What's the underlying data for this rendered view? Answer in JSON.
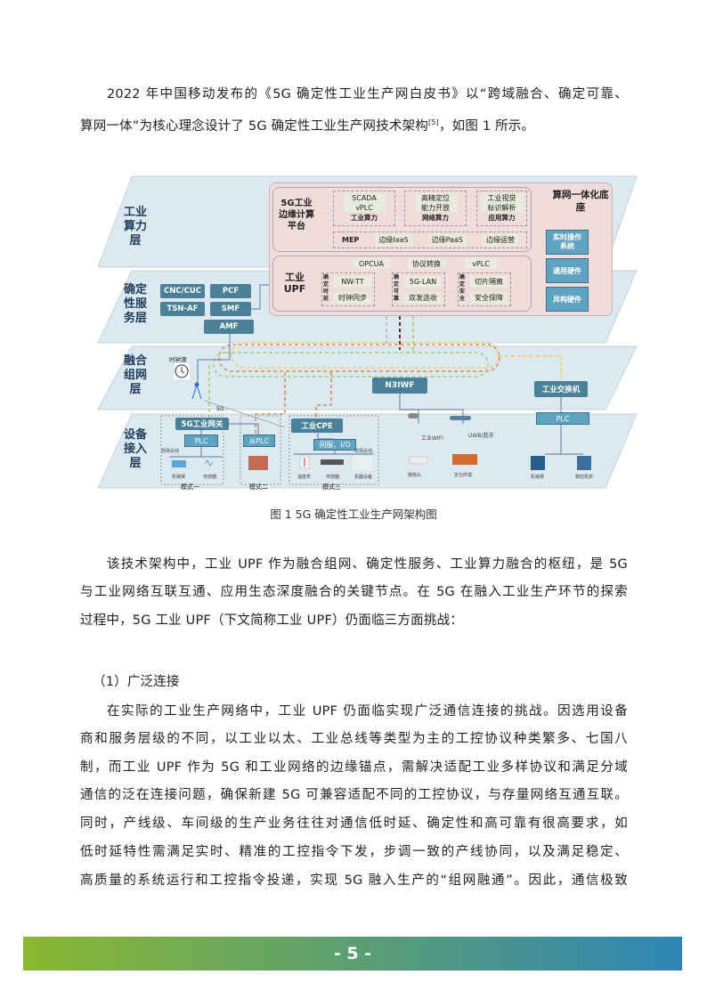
{
  "intro": [
    "2022 年中国移动发布的《5G 确定性工业生产网白皮书》以“跨域融合、确定可靠、",
    "算网一体”为核心理念设计了 5G 确定性工业生产网技术架构",
    "[5]",
    "，如图 1 所示。"
  ],
  "diagram": {
    "layers": [
      "工业算力层",
      "确定性服务层",
      "融合组网层",
      "设备接入层"
    ],
    "edge_title": "5G工业边缘计算平台",
    "groups": [
      [
        "SCADA",
        "vPLC",
        "工业算力"
      ],
      [
        "高精定位",
        "能力开放",
        "网络算力"
      ],
      [
        "工业视觉",
        "标识解析",
        "应用算力"
      ]
    ],
    "mep": [
      "MEP",
      "边缘IaaS",
      "边缘PaaS",
      "边缘运营"
    ],
    "upf_title": "工业UPF",
    "upf_top": [
      "OPCUA",
      "协议转换",
      "vPLC"
    ],
    "upf_groups": [
      {
        "label": "确定时延",
        "items": [
          "NW-TT",
          "时钟同步"
        ]
      },
      {
        "label": "确定可靠",
        "items": [
          "5G-LAN",
          "双发选收"
        ]
      },
      {
        "label": "确定安全",
        "items": [
          "切片隔离",
          "安全保障"
        ]
      }
    ],
    "base_title": "算网一体化底座",
    "base_items": [
      "实时操作系统",
      "通用硬件",
      "异构硬件"
    ],
    "core": [
      "CNC/CUC",
      "PCF",
      "TSN-AF",
      "SMF",
      "AMF"
    ],
    "clock": "时钟源",
    "fiveg": "5G",
    "n3iwf": "N3IWF",
    "switch": "工业交换机",
    "gateway": "5G工业网关",
    "plc": "PLC",
    "slave_plc": "从PLC",
    "cpe": "工业CPE",
    "servo": "伺服、I/O",
    "fieldbus": "现场总线",
    "wifi": "工业WIFI",
    "uwb": "UWB/蓝牙",
    "devices": [
      "机械臂",
      "传感器",
      "温度表",
      "传感器",
      "机器设备",
      "摄像头",
      "定位终端",
      "机械臂",
      "数控机床"
    ],
    "modes": [
      "模式一",
      "模式二",
      "模式三"
    ]
  },
  "caption": "图 1  5G 确定性工业生产网架构图",
  "para1": [
    "该技术架构中，工业 UPF 作为融合组网、确定性服务、工业算力融合的枢纽，是 5G",
    "与工业网络互联互通、应用生态深度融合的关键节点。在 5G 在融入工业生产环节的探索",
    "过程中，5G 工业 UPF（下文简称工业 UPF）仍面临三方面挑战："
  ],
  "heading": "（1）广泛连接",
  "para2": [
    "在实际的工业生产网络中，工业 UPF 仍面临实现广泛通信连接的挑战。因选用设备",
    "商和服务层级的不同，以工业以太、工业总线等类型为主的工控协议种类繁多、七国八",
    "制，而工业 UPF 作为 5G 和工业网络的边缘锚点，需解决适配工业多样协议和满足分域",
    "通信的泛在连接问题，确保新建 5G 可兼容适配不同的工控协议，与存量网络互通互联。",
    "同时，产线级、车间级的生产业务往往对通信低时延、确定性和高可靠有很高要求，如",
    "低时延特性需满足实时、精准的工控指令下发，步调一致的产线协同，以及满足稳定、",
    "高质量的系统运行和工控指令投递，实现 5G 融入生产的“组网融通”。因此，通信极致"
  ],
  "page_number": "- 5 -"
}
